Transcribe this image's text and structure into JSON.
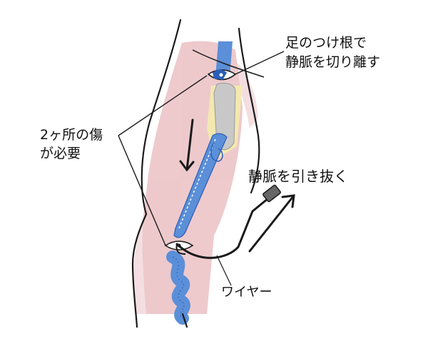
{
  "labels": {
    "cut_line1": "足のつけ根で",
    "cut_line2": "静脈を切り離す",
    "wounds_line1": "2ヶ所の傷",
    "wounds_line2": "が必要",
    "strip_vein": "静脈を引き抜く",
    "wire": "ワイヤー"
  },
  "colors": {
    "skin_outline": "#1a1a1a",
    "muscle": "#e8b8bc",
    "vein": "#5b8fd8",
    "vein_dark": "#2a5fb8",
    "removed_vein": "#c8c8c8",
    "fat": "#f4f0a8"
  },
  "icons": [
    "eye-wound-icon",
    "down-arrow-icon",
    "up-right-arrow-icon",
    "wire-handle-icon"
  ]
}
